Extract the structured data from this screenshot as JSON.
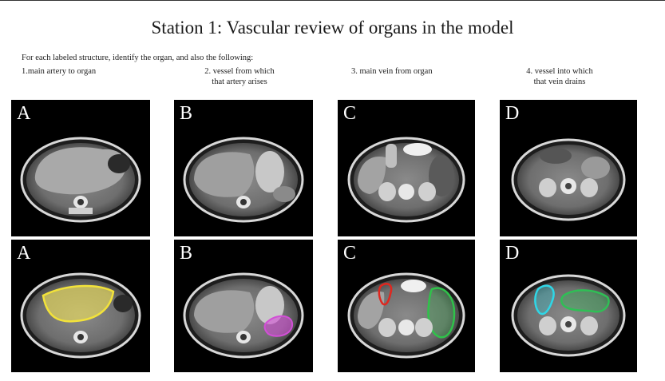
{
  "title": "Station 1:  Vascular review of organs in the model",
  "instruction": "For each labeled structure, identify the organ, and also the following:",
  "questions": {
    "q1": "1.main artery to organ",
    "q2_line1": "2.  vessel from which",
    "q2_line2": "that artery arises",
    "q3": "3.  main vein from organ",
    "q4_line1": "4.  vessel into which",
    "q4_line2": "that vein drains"
  },
  "panels": {
    "top": [
      "A",
      "B",
      "C",
      "D"
    ],
    "bottom": [
      "A",
      "B",
      "C",
      "D"
    ]
  },
  "highlight_colors": {
    "A": "#f2e23a",
    "B": "#d24fd6",
    "C_red": "#e0271f",
    "C_green": "#2fc24a",
    "D_cyan": "#2fd6e6",
    "D_green": "#2fbf55"
  }
}
